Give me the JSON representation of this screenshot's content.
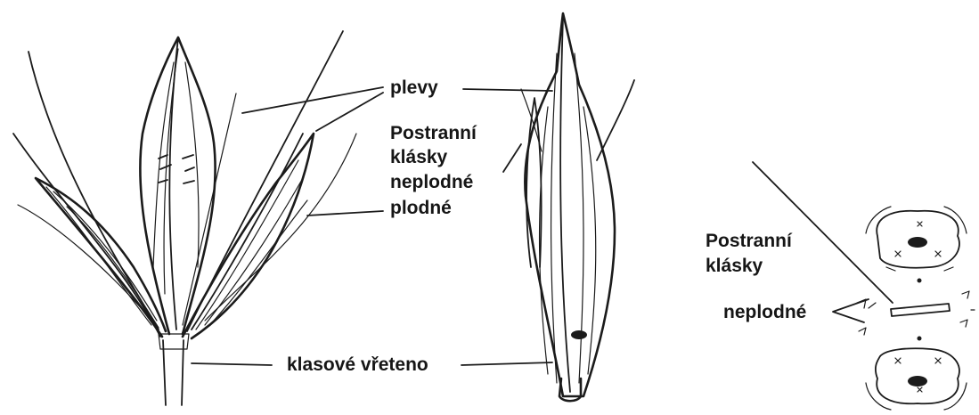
{
  "labels": {
    "glumes": "plevy",
    "lateral_spikelets_1": "Postranní",
    "lateral_spikelets_2": "klásky",
    "sterile": "neplodné",
    "fertile": "plodné",
    "rachis": "klasové vřeteno",
    "diagram_lateral_1": "Postranní",
    "diagram_lateral_2": "klásky",
    "diagram_sterile": "neplodné"
  },
  "colors": {
    "ink": "#1b1b1b",
    "background": "#ffffff"
  }
}
